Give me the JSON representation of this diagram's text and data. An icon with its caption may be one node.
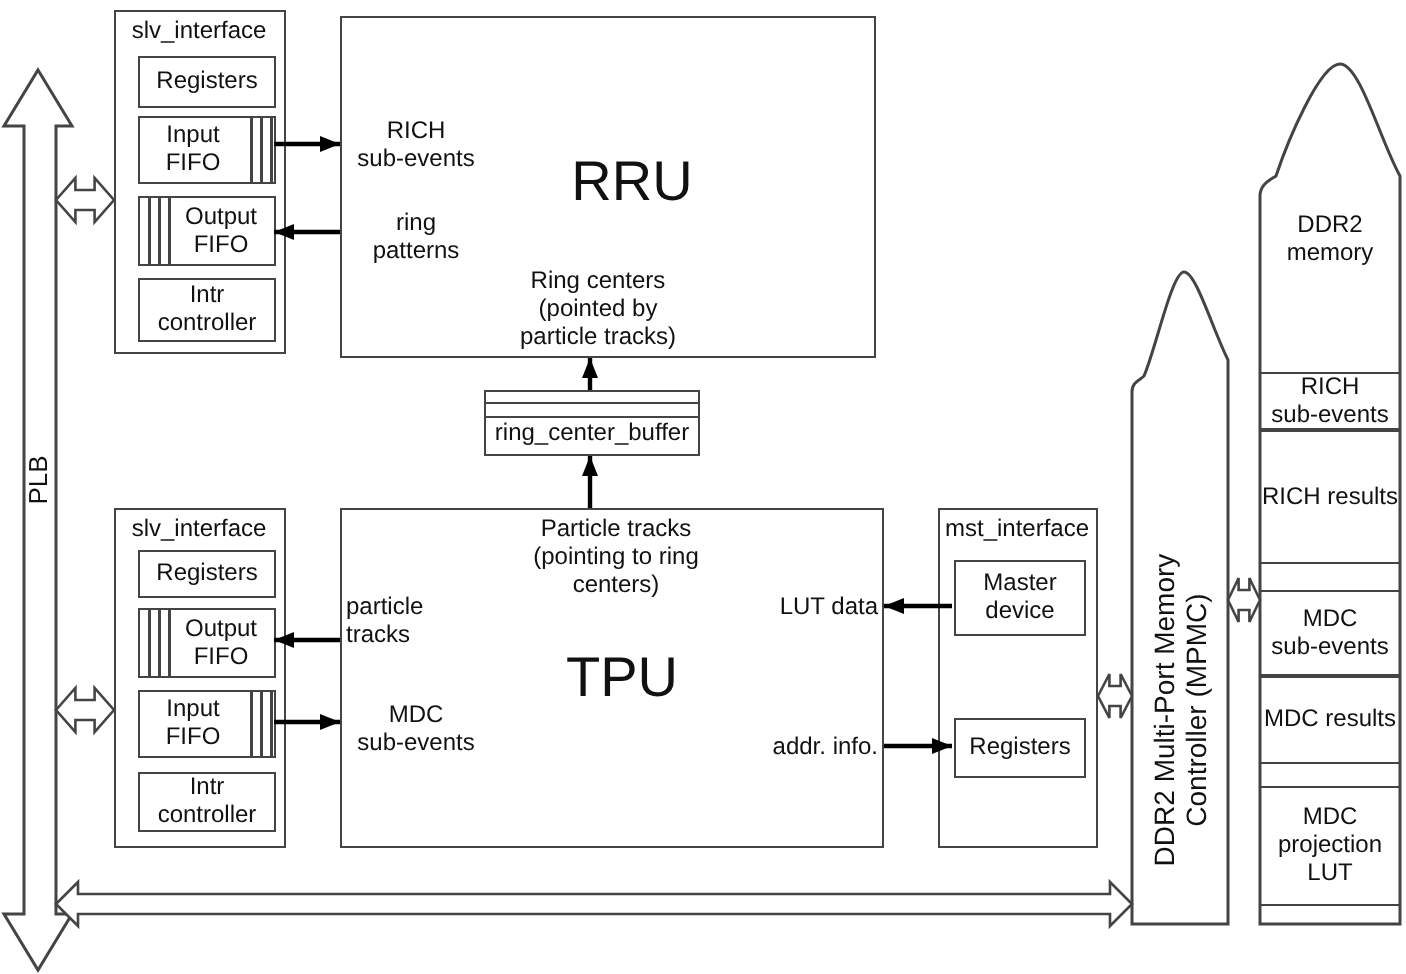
{
  "diagram": {
    "nodes": [
      {
        "text": [
          "PLB"
        ]
      },
      {
        "text": [
          "slv_interface"
        ]
      },
      {
        "text": [
          "Registers"
        ],
        "in": 1
      },
      {
        "text": [
          "Input FIFO"
        ],
        "in": 1
      },
      {
        "text": [
          "Output FIFO"
        ],
        "in": 1
      },
      {
        "text": [
          "Intr controller"
        ],
        "in": 1
      },
      {
        "text": [
          "RRU",
          "RICH sub-events",
          "ring patterns",
          "Ring centers (pointed by particle tracks)"
        ]
      },
      {
        "text": [
          "ring_center_buffer"
        ]
      },
      {
        "text": [
          "slv_interface"
        ]
      },
      {
        "text": [
          "Registers"
        ],
        "in": 8
      },
      {
        "text": [
          "Output FIFO"
        ],
        "in": 8
      },
      {
        "text": [
          "Input FIFO"
        ],
        "in": 8
      },
      {
        "text": [
          "Intr controller"
        ],
        "in": 8
      },
      {
        "text": [
          "TPU",
          "Particle tracks (pointing to ring centers)",
          "particle tracks",
          "MDC sub-events",
          "LUT data",
          "addr. info."
        ]
      },
      {
        "text": [
          "mst_interface"
        ]
      },
      {
        "text": [
          "Master device"
        ],
        "in": 14
      },
      {
        "text": [
          "Registers"
        ],
        "in": 14
      },
      {
        "text": [
          "DDR2 Multi-Port Memory Controller (MPMC)"
        ]
      },
      {
        "text": [
          "DDR2 memory"
        ]
      },
      {
        "text": [
          "RICH sub-events"
        ],
        "in": 18
      },
      {
        "text": [
          "RICH results"
        ],
        "in": 18
      },
      {
        "text": [
          "MDC sub-events"
        ],
        "in": 18
      },
      {
        "text": [
          "MDC results"
        ],
        "in": 18
      },
      {
        "text": [
          "MDC projection LUT"
        ],
        "in": 18
      }
    ],
    "edges": [
      {
        "from": 0,
        "to": 1,
        "arrow": "both",
        "style": "thick"
      },
      {
        "from": 3,
        "to": 6,
        "arrow": "to"
      },
      {
        "from": 6,
        "to": 4,
        "arrow": "to"
      },
      {
        "from": 7,
        "to": 6,
        "arrow": "to"
      },
      {
        "from": 13,
        "to": 7,
        "arrow": "to"
      },
      {
        "from": 0,
        "to": 8,
        "arrow": "both",
        "style": "thick"
      },
      {
        "from": 13,
        "to": 10,
        "arrow": "to"
      },
      {
        "from": 11,
        "to": 13,
        "arrow": "to"
      },
      {
        "from": 15,
        "to": 13,
        "arrow": "to"
      },
      {
        "from": 13,
        "to": 16,
        "arrow": "to"
      },
      {
        "from": 14,
        "to": 17,
        "arrow": "both",
        "style": "thick"
      },
      {
        "from": 17,
        "to": 18,
        "arrow": "both",
        "style": "thick"
      },
      {
        "from": 0,
        "to": 17,
        "arrow": "both",
        "style": "thick"
      }
    ]
  }
}
